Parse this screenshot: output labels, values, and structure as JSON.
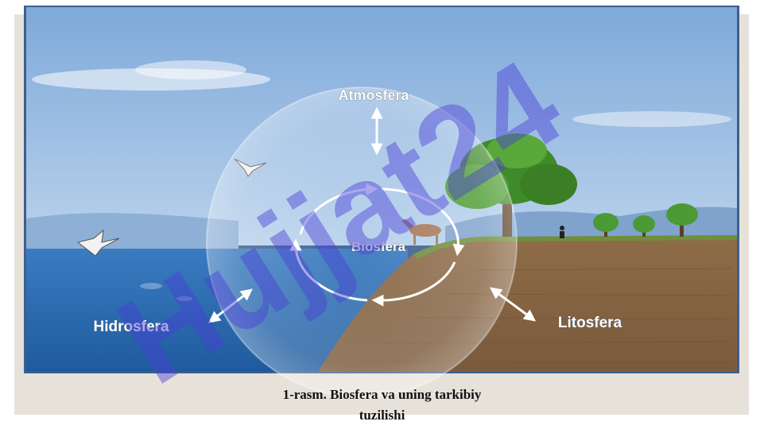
{
  "diagram": {
    "labels": {
      "atmosphere": "Atmosfera",
      "biosphere": "Biosfera",
      "hydrosphere": "Hidrosfera",
      "lithosphere": "Litosfera"
    },
    "watermark": "Hujjat24"
  },
  "caption": {
    "line1": "1-rasm. Biosfera va uning tarkibiy",
    "line2": "tuzilishi"
  },
  "colors": {
    "sky_top": "#7fa9d9",
    "sea": "#2f6fb4",
    "soil": "#8a6a4a",
    "frame_bg": "#e6e2da",
    "watermark": "#4a3fd6"
  }
}
